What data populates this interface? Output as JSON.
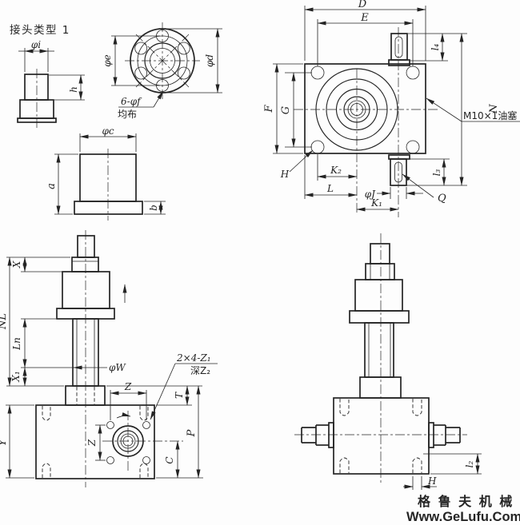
{
  "title": "接头类型 1",
  "connector": {
    "phi_i": "φi",
    "h": "h",
    "phi_e": "φe",
    "phi_d": "φd",
    "bolt_note_line1": "6-φf",
    "bolt_note_line2": "均布",
    "phi_c": "φc",
    "a": "a",
    "b": "b"
  },
  "top_view": {
    "D": "D",
    "E": "E",
    "l4": "l₄",
    "N": "N",
    "F": "F",
    "G": "G",
    "oil_plug": "M10×1油塞",
    "H": "H",
    "K2": "K₂",
    "L": "L",
    "phi_J": "φJ",
    "Q": "Q",
    "K1": "K₁",
    "l3": "l₃"
  },
  "front_view": {
    "X": "X",
    "NL": "NL",
    "Ln": "Ln",
    "X1": "X₁",
    "phi_W": "φW",
    "Z_top": "Z",
    "Z_side": "Z",
    "hole_note_line1": "2×4-Z₁",
    "hole_note_line2": "深Z₂",
    "T": "T",
    "P": "P",
    "C": "C",
    "Y": "Y"
  },
  "side_view": {
    "l2": "l₂",
    "H": "H"
  },
  "watermark": {
    "line1": "格 鲁 夫 机 械",
    "line2": "Www.GeLufu.Com"
  },
  "colors": {
    "line": "#242424",
    "watermark": "#ee8d8d",
    "background": "#fdfdfd"
  }
}
